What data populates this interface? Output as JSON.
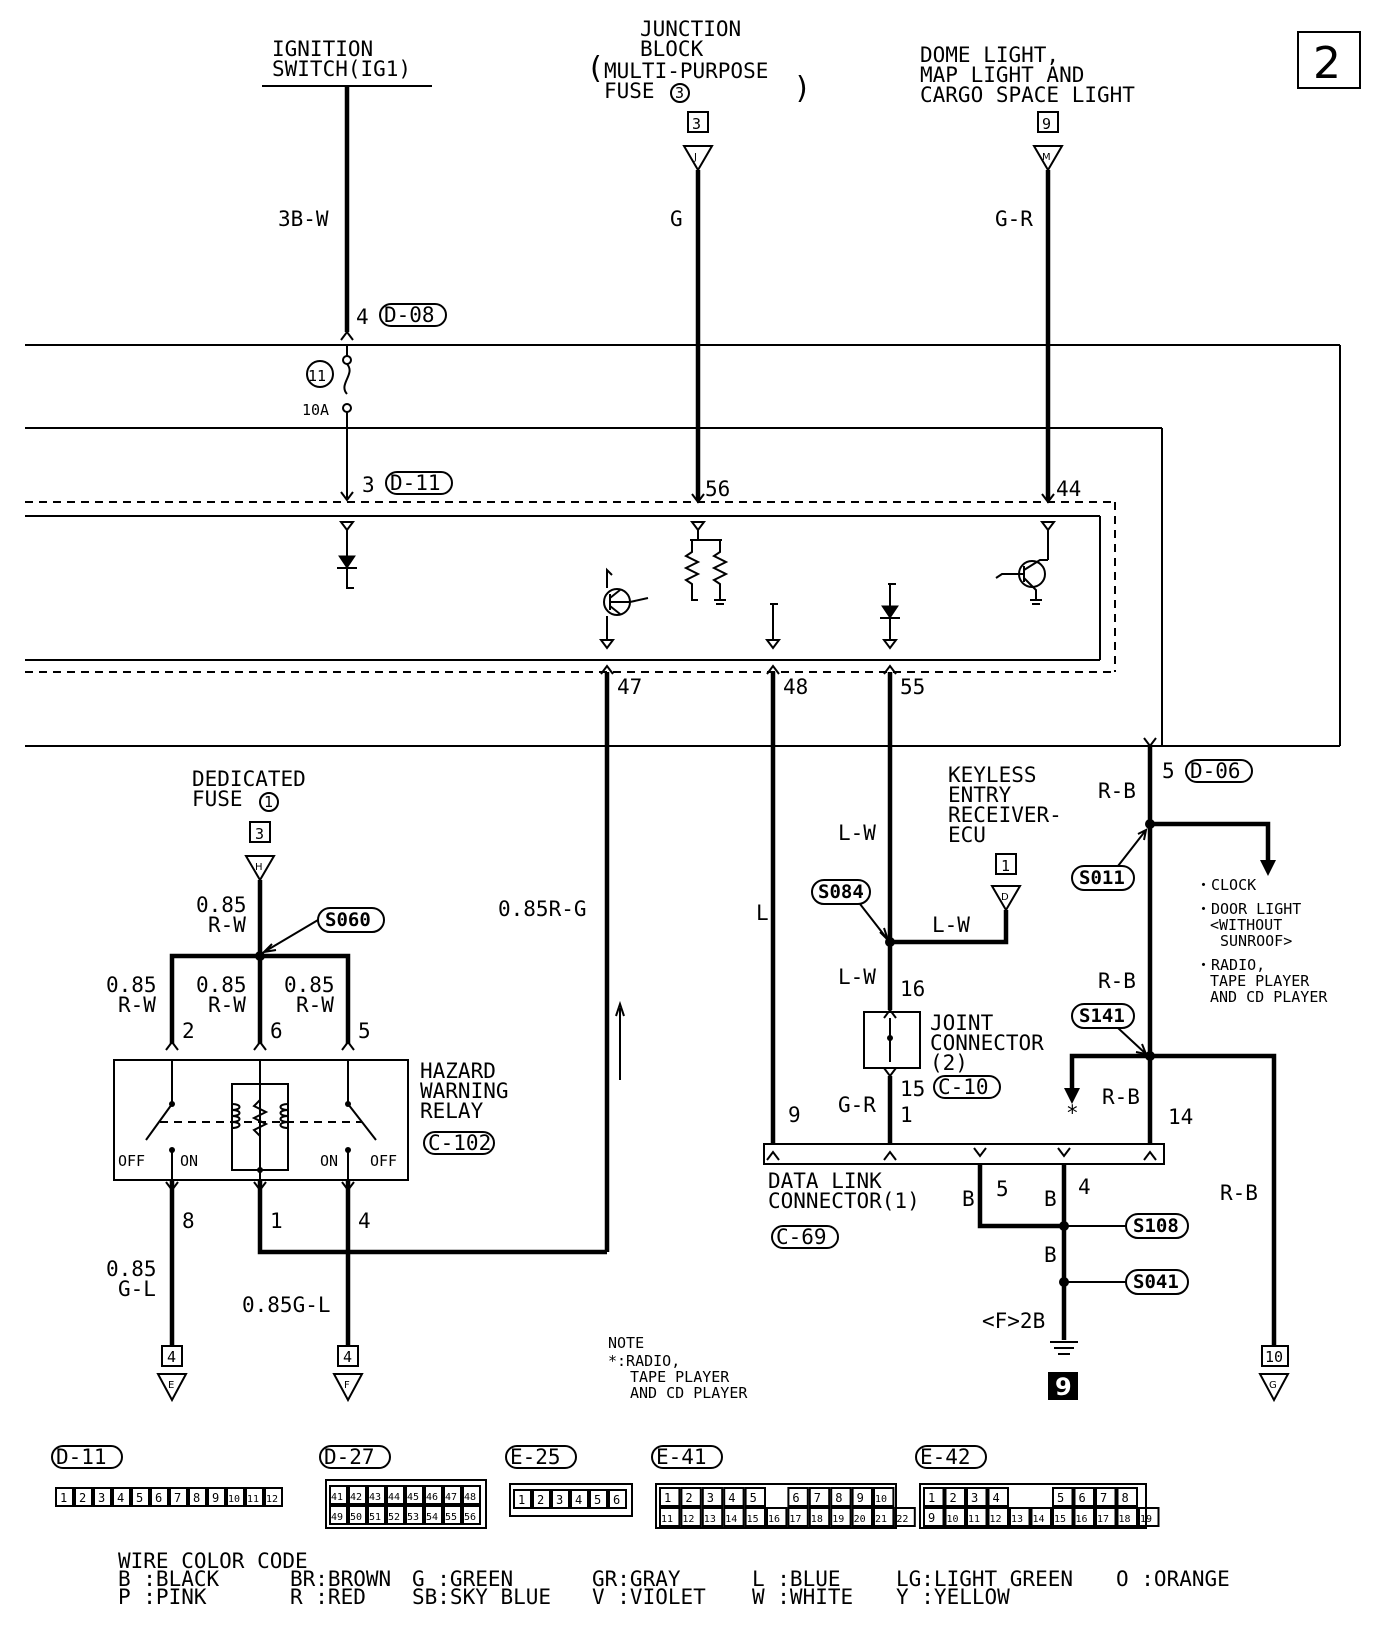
{
  "page_number": "2",
  "top_labels": {
    "ignition": [
      "IGNITION",
      "SWITCH(IG1)"
    ],
    "junction": [
      "JUNCTION",
      "BLOCK",
      "MULTI-PURPOSE",
      "FUSE",
      "3"
    ],
    "dome": [
      "DOME LIGHT,",
      "MAP LIGHT AND",
      "CARGO SPACE LIGHT"
    ]
  },
  "wires": {
    "w3bw": "3B-W",
    "wg": "G",
    "wgr": "G-R",
    "w085rg": "0.85R-G",
    "wl": "L",
    "wlw": "L-W",
    "wlw2": "L-W",
    "wlw3": "L-W",
    "wgr2": "G-R",
    "wrb1": "R-B",
    "wrb2": "R-B",
    "wrb3": "R-B",
    "wrb4": "R-B",
    "wb1": "B",
    "wb2": "B",
    "wb3": "B",
    "w085": "0.85",
    "wrw": "R-W",
    "w085b": "0.85",
    "wrwb": "R-W",
    "w085c": "0.85",
    "wrwc": "R-W",
    "w085d": "0.85",
    "wrwd": "R-W",
    "w085e": "0.85",
    "wgl": "G-L",
    "w085gl": "0.85G-L"
  },
  "pins": {
    "p4": "4",
    "p3": "3",
    "p56": "56",
    "p44": "44",
    "p47": "47",
    "p48": "48",
    "p55": "55",
    "p5": "5",
    "p16": "16",
    "p15": "15",
    "p1": "1",
    "p9": "9",
    "p14": "14",
    "p5b": "5",
    "p4b": "4",
    "p2": "2",
    "p6": "6",
    "p5c": "5",
    "p8": "8",
    "p1b": "1",
    "p4c": "4"
  },
  "connectors": {
    "d08": "D-08",
    "d11": "D-11",
    "d06": "D-06",
    "c10": "C-10",
    "c102": "C-102",
    "c69": "C-69"
  },
  "fuse": {
    "num": "11",
    "amp": "10A"
  },
  "splices": {
    "s060": "S060",
    "s084": "S084",
    "s011": "S011",
    "s141": "S141",
    "s108": "S108",
    "s041": "S041"
  },
  "boxes": {
    "b3a": "3",
    "b9a": "9",
    "b3b": "3",
    "b1": "1",
    "b4a": "4",
    "b4b": "4",
    "b10": "10",
    "b9g": "9"
  },
  "tri": {
    "j": "J",
    "m": "M",
    "h": "H",
    "d": "D",
    "e": "E",
    "f": "F",
    "g": "G"
  },
  "labels": {
    "dedicated": [
      "DEDICATED",
      "FUSE",
      "1"
    ],
    "keyless": [
      "KEYLESS",
      "ENTRY",
      "RECEIVER-",
      "ECU"
    ],
    "joint": [
      "JOINT",
      "CONNECTOR",
      "(2)"
    ],
    "hazard": [
      "HAZARD",
      "WARNING",
      "RELAY"
    ],
    "datalink": [
      "DATA LINK",
      "CONNECTOR(1)"
    ],
    "ground": "<F>2B",
    "off1": "OFF",
    "on1": "ON",
    "on2": "ON",
    "off2": "OFF",
    "star": "*",
    "right_list": [
      "・CLOCK",
      "・DOOR LIGHT",
      "<WITHOUT",
      "SUNROOF>",
      "・RADIO,",
      "TAPE PLAYER",
      "AND CD PLAYER"
    ]
  },
  "note": [
    "NOTE",
    "*:RADIO,",
    "TAPE PLAYER",
    "AND CD PLAYER"
  ],
  "connector_views": [
    {
      "name": "D-11",
      "pins": [
        "1",
        "2",
        "3",
        "4",
        "5",
        "6",
        "7",
        "8",
        "9",
        "10",
        "11",
        "12"
      ]
    },
    {
      "name": "D-27",
      "pins": [
        "41",
        "42",
        "43",
        "44",
        "45",
        "46",
        "47",
        "48",
        "49",
        "50",
        "51",
        "52",
        "53",
        "54",
        "55",
        "56"
      ]
    },
    {
      "name": "E-25",
      "pins": [
        "1",
        "2",
        "3",
        "4",
        "5",
        "6"
      ]
    },
    {
      "name": "E-41",
      "pins": [
        "1",
        "2",
        "3",
        "4",
        "5",
        "6",
        "7",
        "8",
        "9",
        "10",
        "11",
        "12",
        "13",
        "14",
        "15",
        "16",
        "17",
        "18",
        "19",
        "20",
        "21",
        "22"
      ]
    },
    {
      "name": "E-42",
      "pins": [
        "1",
        "2",
        "3",
        "4",
        "5",
        "6",
        "7",
        "8",
        "9",
        "10",
        "11",
        "12",
        "13",
        "14",
        "15",
        "16",
        "17",
        "18",
        "19"
      ]
    }
  ],
  "color_code": {
    "title": "WIRE COLOR CODE",
    "row1": [
      "B :BLACK",
      "BR:BROWN",
      "G :GREEN",
      "GR:GRAY",
      "L :BLUE",
      "LG:LIGHT GREEN",
      "O :ORANGE"
    ],
    "row2": [
      "P :PINK",
      "R :RED",
      "SB:SKY BLUE",
      "V :VIOLET",
      "W :WHITE",
      "Y :YELLOW"
    ]
  }
}
